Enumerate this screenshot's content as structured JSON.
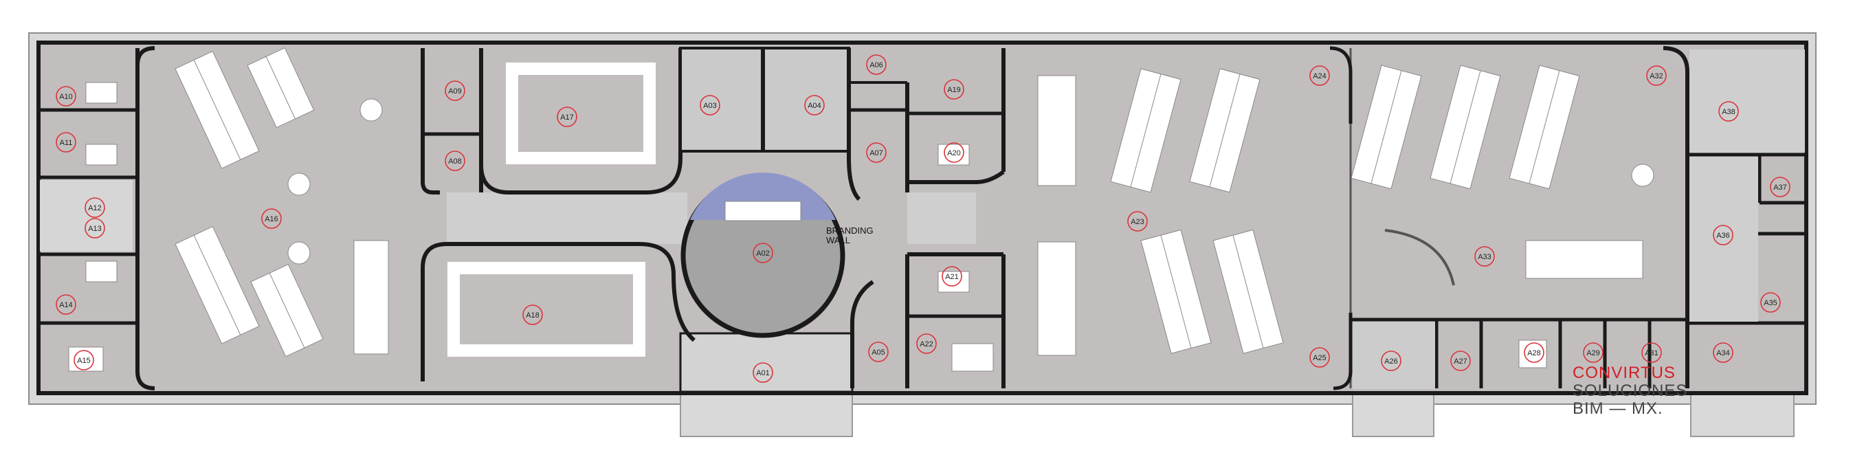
{
  "plan": {
    "rooms": [
      {
        "label": "A01"
      },
      {
        "label": "A02"
      },
      {
        "label": "A03"
      },
      {
        "label": "A04"
      },
      {
        "label": "A05"
      },
      {
        "label": "A06"
      },
      {
        "label": "A07"
      },
      {
        "label": "A08"
      },
      {
        "label": "A09"
      },
      {
        "label": "A10"
      },
      {
        "label": "A11"
      },
      {
        "label": "A12"
      },
      {
        "label": "A13"
      },
      {
        "label": "A14"
      },
      {
        "label": "A15"
      },
      {
        "label": "A16"
      },
      {
        "label": "A17"
      },
      {
        "label": "A18"
      },
      {
        "label": "A19"
      },
      {
        "label": "A20"
      },
      {
        "label": "A21"
      },
      {
        "label": "A22"
      },
      {
        "label": "A23"
      },
      {
        "label": "A24"
      },
      {
        "label": "A25"
      },
      {
        "label": "A26"
      },
      {
        "label": "A27"
      },
      {
        "label": "A28"
      },
      {
        "label": "A29"
      },
      {
        "label": "A31"
      },
      {
        "label": "A32"
      },
      {
        "label": "A33"
      },
      {
        "label": "A34"
      },
      {
        "label": "A35"
      },
      {
        "label": "A36"
      },
      {
        "label": "A37"
      },
      {
        "label": "A38"
      }
    ],
    "branding_wall": {
      "line1": "BRANDING",
      "line2": "WALL"
    },
    "logo": {
      "line1": "CONVIRTUS",
      "line2": "SOLUCIONES",
      "line3": "BIM — MX."
    },
    "colors": {
      "floor": "#c3bebe",
      "wall": "#1a1a1a",
      "exterior": "#d8d8d8",
      "hall": "#d0d0d0",
      "lobby": "#a3a3a3",
      "branding": "#8e97c8",
      "label_ring": "#d9343b"
    }
  }
}
